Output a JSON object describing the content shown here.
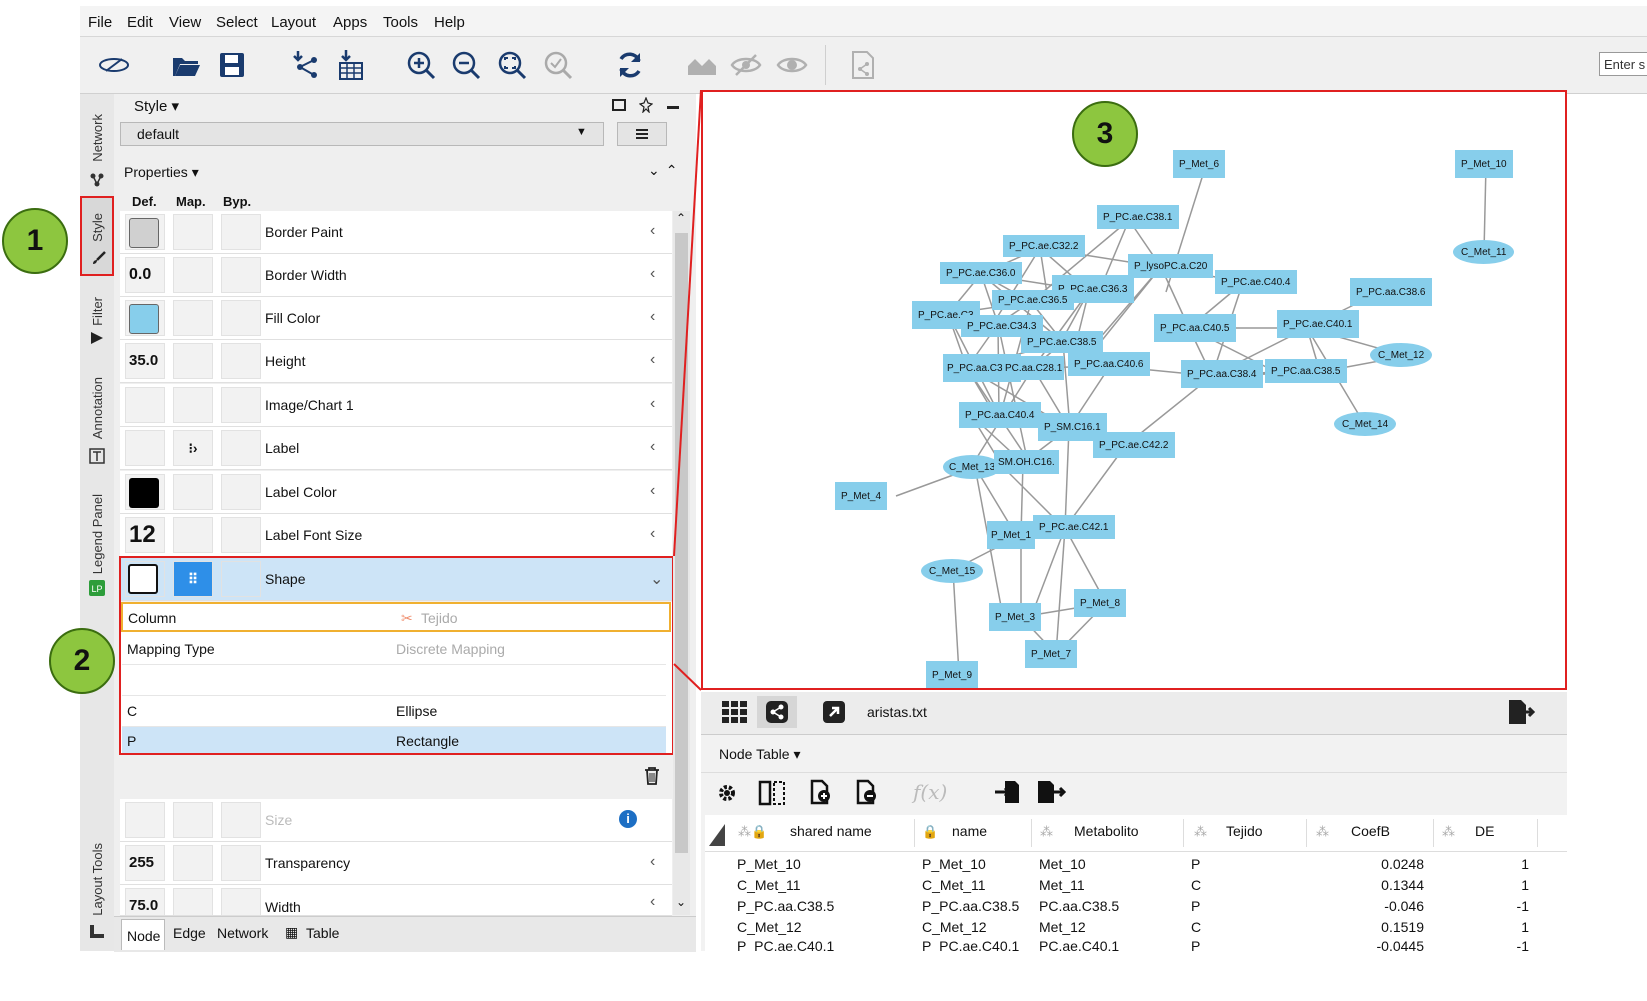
{
  "menu": [
    "File",
    "Edit",
    "View",
    "Select",
    "Layout",
    "Apps",
    "Tools",
    "Help"
  ],
  "toolbar": {
    "search_placeholder": "Enter s"
  },
  "side_tabs": [
    "Network",
    "Style",
    "Filter",
    "Annotation",
    "Legend Panel",
    "Layout Tools"
  ],
  "style_panel": {
    "title": "Style ▾",
    "style_name": "default",
    "properties_label": "Properties ▾",
    "col_def": "Def.",
    "col_map": "Map.",
    "col_byp": "Byp.",
    "rows": [
      {
        "label": "Border Paint",
        "def": ""
      },
      {
        "label": "Border Width",
        "def": "0.0"
      },
      {
        "label": "Fill Color",
        "def": ""
      },
      {
        "label": "Height",
        "def": "35.0"
      },
      {
        "label": "Image/Chart 1",
        "def": ""
      },
      {
        "label": "Label",
        "def": ""
      },
      {
        "label": "Label Color",
        "def": ""
      },
      {
        "label": "Label Font Size",
        "def": "12"
      },
      {
        "label": "Shape",
        "def": ""
      }
    ],
    "mapping": {
      "column_label": "Column",
      "column_value": "Tejido",
      "type_label": "Mapping Type",
      "type_value": "Discrete Mapping",
      "entries": [
        {
          "key": "C",
          "value": "Ellipse"
        },
        {
          "key": "P",
          "value": "Rectangle"
        }
      ]
    },
    "rows2": [
      {
        "label": "Size",
        "def": ""
      },
      {
        "label": "Transparency",
        "def": "255"
      },
      {
        "label": "Width",
        "def": "75.0"
      }
    ],
    "bottom_tabs": [
      "Node",
      "Edge",
      "Network",
      "Table"
    ]
  },
  "network_nodes": [
    "P_Met_6",
    "P_Met_10",
    "C_Met_11",
    "P_PC.ae.C38.1",
    "P_PC.ae.C32.2",
    "P_lysoPC.a.C20",
    "P_PC.ae.C36.0",
    "P_PC.ae.C36.3",
    "P_PC.ae.C36.5",
    "P_PC.ae.C40.4",
    "P_PC.aa.C38.6",
    "P_PC.ae.C3",
    "P_PC.ae.C34.3",
    "P_PC.aa.C40.5",
    "P_PC.ae.C40.1",
    "P_PC.ae.C38.5",
    "C_Met_12",
    "P_PC.aa.C38.0",
    "PC.aa.C28.1",
    "P_PC.aa.C40.6",
    "P_PC.aa.C38.4",
    "P_PC.aa.C38.5",
    "P_PC.aa.C40.4",
    "C_Met_14",
    "P_SM.C16.1",
    "P_PC.ae.C42.2",
    "C_Met_13",
    "SM.OH.C16.",
    "P_Met_4",
    "P_Met_1",
    "P_PC.ae.C42.1",
    "C_Met_15",
    "P_Met_8",
    "P_Met_3",
    "P_Met_7",
    "P_Met_9"
  ],
  "table_panel": {
    "tab_file": "aristas.txt",
    "title": "Node Table ▾",
    "headers": [
      "shared name",
      "name",
      "Metabolito",
      "Tejido",
      "CoefB",
      "DE"
    ],
    "rows": [
      [
        "P_Met_10",
        "P_Met_10",
        "Met_10",
        "P",
        "0.0248",
        "1"
      ],
      [
        "C_Met_11",
        "C_Met_11",
        "Met_11",
        "C",
        "0.1344",
        "1"
      ],
      [
        "P_PC.aa.C38.5",
        "P_PC.aa.C38.5",
        "PC.aa.C38.5",
        "P",
        "-0.046",
        "-1"
      ],
      [
        "C_Met_12",
        "C_Met_12",
        "Met_12",
        "C",
        "0.1519",
        "1"
      ],
      [
        "P_PC.ae.C40.1",
        "P_PC.ae.C40.1",
        "PC.ae.C40.1",
        "P",
        "-0.0445",
        "-1"
      ]
    ]
  },
  "callouts": [
    "1",
    "2",
    "3"
  ],
  "colors": {
    "node_fill": "#87ceeb",
    "highlight_red": "#e02020",
    "callout_green": "#8dc63f",
    "selected_row": "#cde4f7"
  }
}
